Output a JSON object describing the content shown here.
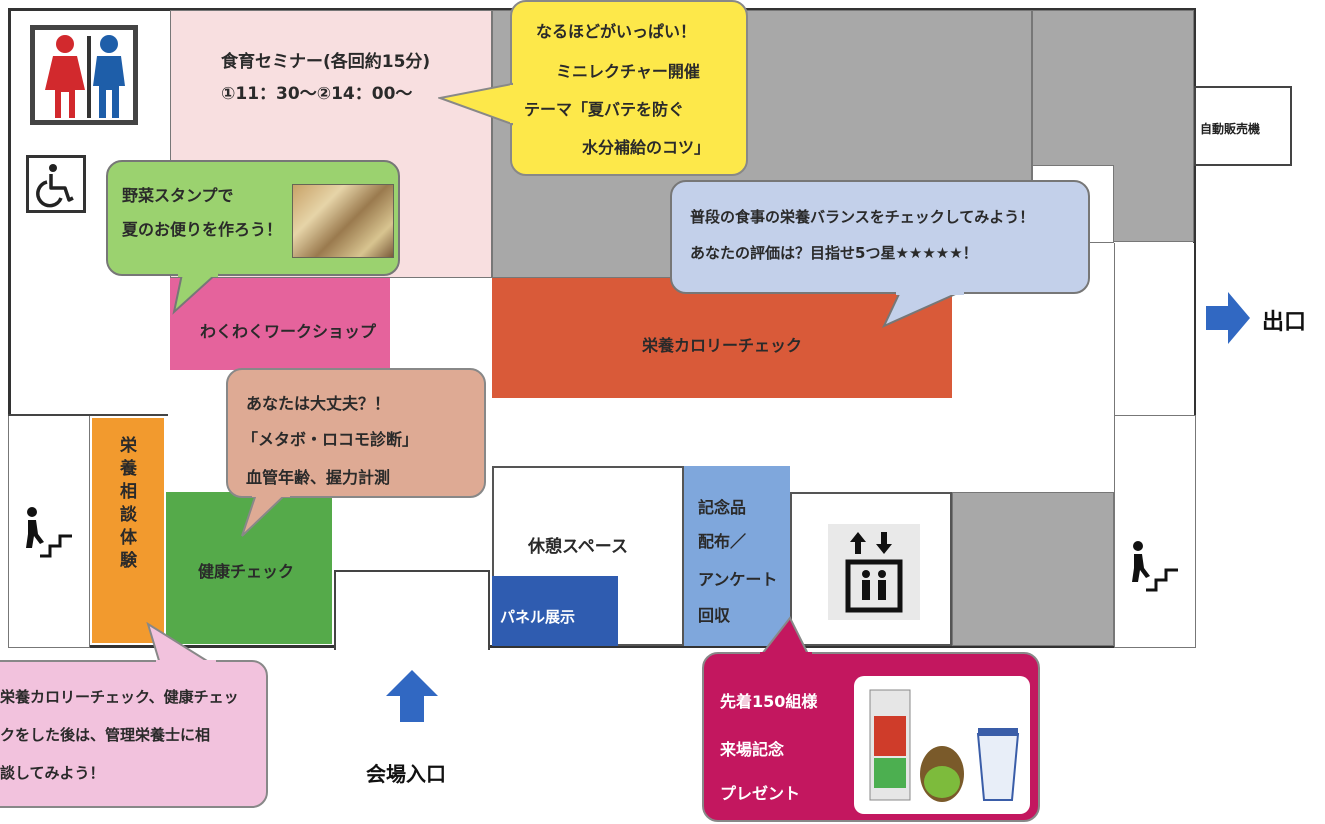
{
  "rooms": {
    "seminar": {
      "title": "食育セミナー(各回約15分)",
      "times": "①11：30～②14：00～"
    },
    "workshop": "わくわくワークショップ",
    "calorie_check": "栄養カロリーチェック",
    "nutrition_consult": "栄養相談体験",
    "health_check": "健康チェック",
    "rest_space": "休憩スペース",
    "panel": "パネル展示",
    "souvenir": [
      "記念品",
      "配布／",
      "アンケート",
      "回収"
    ],
    "vending": "自動販売機"
  },
  "bubbles": {
    "lecture": [
      "なるほどがいっぱい！",
      "ミニレクチャー開催",
      "テーマ「夏バテを防ぐ",
      "水分補給のコツ」"
    ],
    "stamp": [
      "野菜スタンプで",
      "夏のお便りを作ろう！"
    ],
    "balance": [
      "普段の食事の栄養バランスをチェックしてみよう！",
      "あなたの評価は？目指せ5つ星★★★★★！"
    ],
    "metabo": [
      "あなたは大丈夫？！",
      "「メタボ・ロコモ診断」",
      "血管年齢、握力計測"
    ],
    "consult": [
      "栄養カロリーチェック、健康チェッ",
      "クをした後は、管理栄養士に相",
      "談してみよう！"
    ],
    "present": [
      "先着150組様",
      "来場記念",
      "プレゼント"
    ]
  },
  "exit_label": "出口",
  "entrance_label": "会場入口",
  "icons": [
    "restroom-icon",
    "wheelchair-icon",
    "stairs-icon",
    "elevator-icon",
    "arrow-right-icon",
    "arrow-up-icon"
  ],
  "colors": {
    "seminar": "#f8dfe0",
    "gray": "#a8a8a8",
    "workshop": "#e5639c",
    "calorie": "#d95a39",
    "consult": "#f29a2e",
    "health": "#55aa4a",
    "souvenir": "#7fa7dc",
    "panel": "#2f5cb0",
    "yellow": "#fde84a",
    "green_bubble": "#9bd26f",
    "blue_bubble": "#c3d0ea",
    "tan_bubble": "#deaa94",
    "pink_bubble": "#f2c2dd",
    "magenta": "#c3175f",
    "arrow": "#3168c2"
  }
}
